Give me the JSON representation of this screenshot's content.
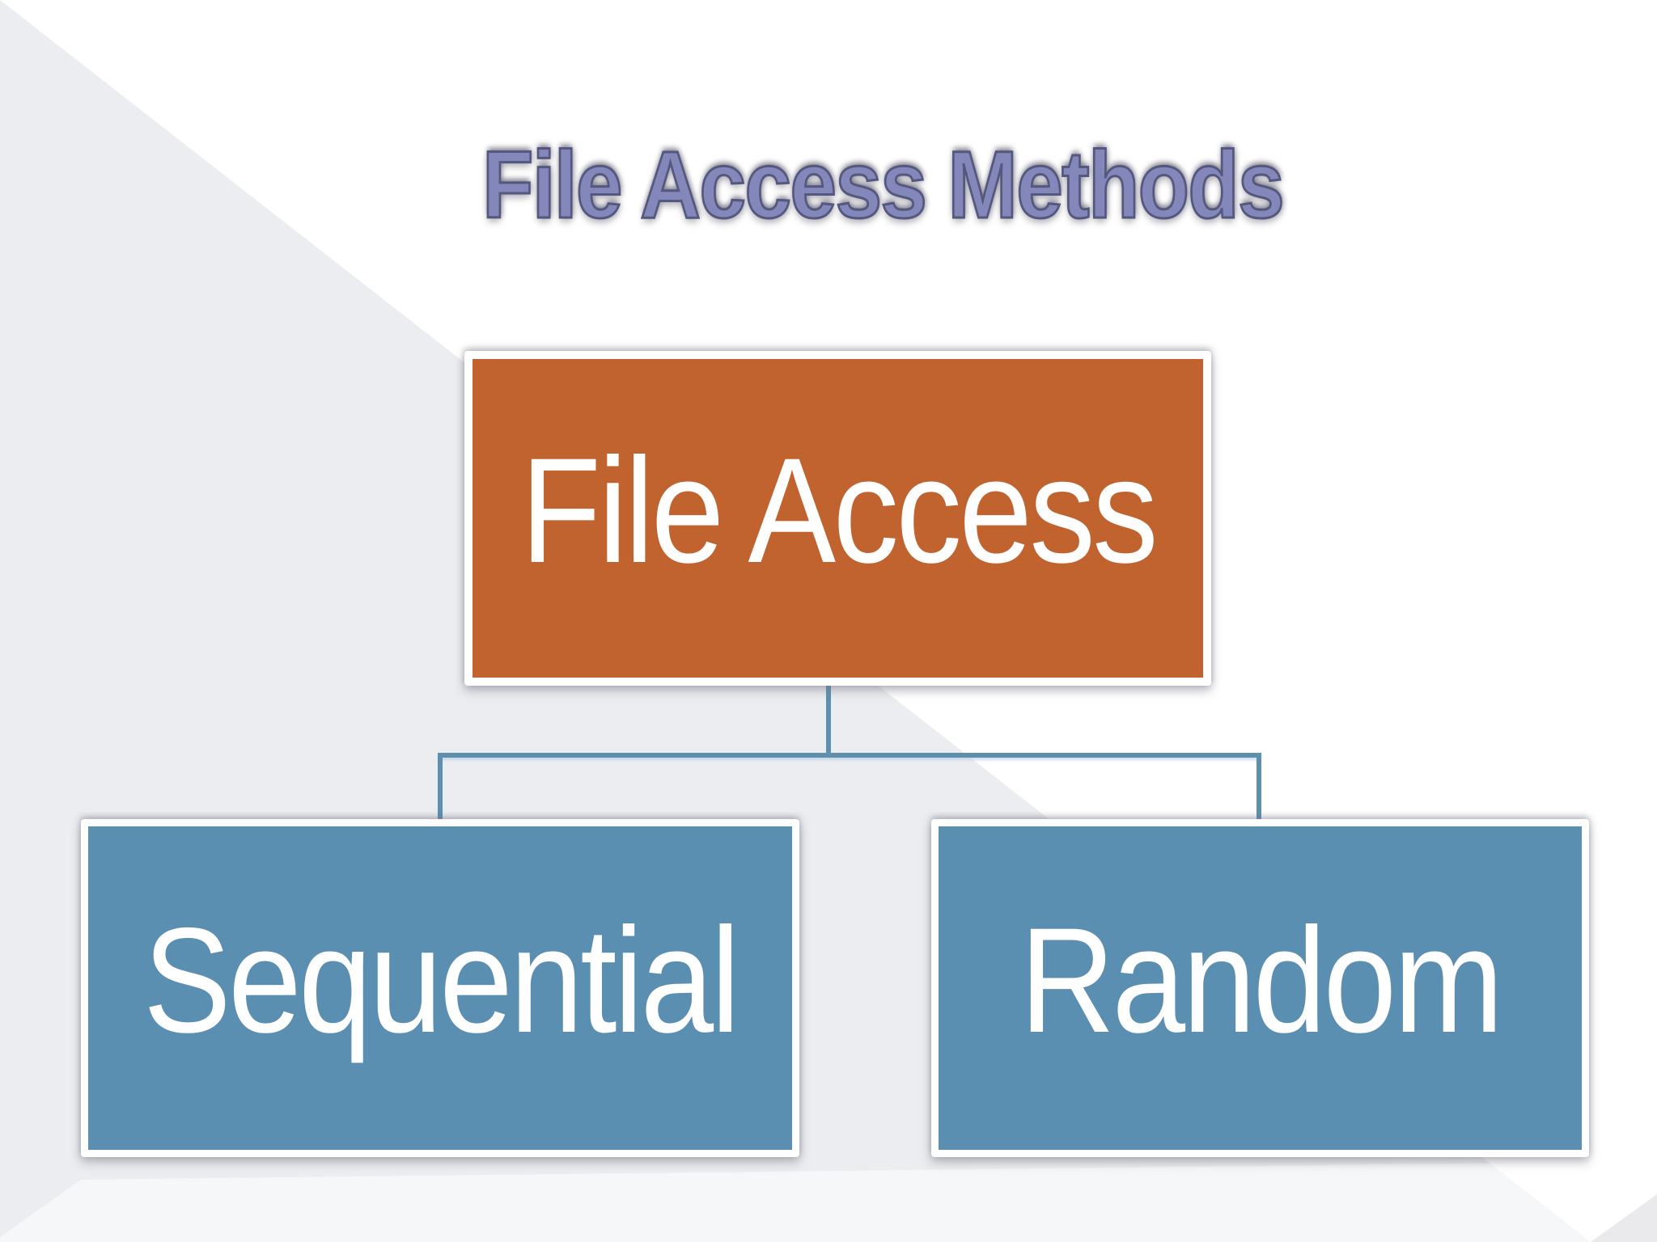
{
  "slide": {
    "title": "File Access Methods"
  },
  "diagram": {
    "type": "hierarchy",
    "root": {
      "label": "File Access"
    },
    "children": [
      {
        "label": "Sequential"
      },
      {
        "label": "Random"
      }
    ]
  },
  "colors": {
    "background_white": "#FFFFFF",
    "background_gray": "#ECEDF0",
    "bottom_band_white": "rgba(255,255,255,0.55)",
    "corner_gray": "#EAEAED",
    "title_fill": "#8487BA",
    "title_outline": "#54577E",
    "root_fill": "#C1632E",
    "child_fill": "#5A8FB1",
    "connector": "#5E90AE",
    "box_border": "#FFFFFF",
    "box_text": "#FFFFFF"
  }
}
